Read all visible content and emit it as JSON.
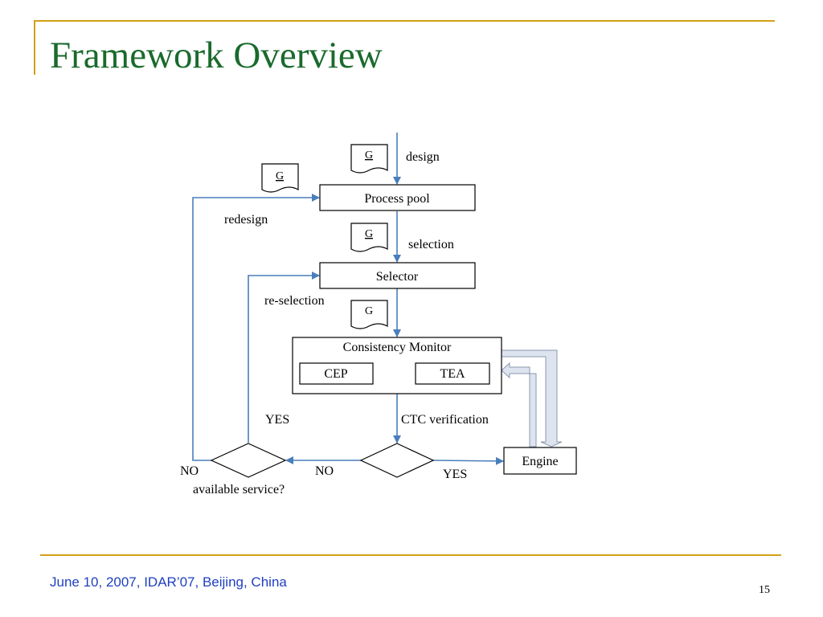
{
  "slide": {
    "title": "Framework Overview",
    "footer": "June 10, 2007, IDAR’07, Beijing, China",
    "page_number": "15"
  },
  "diagram": {
    "boxes": {
      "process_pool": "Process pool",
      "selector": "Selector",
      "consistency_monitor": "Consistency Monitor",
      "cep": "CEP",
      "tea": "TEA",
      "engine": "Engine"
    },
    "documents": {
      "g_design": "G",
      "g_redesign": "G",
      "g_selection": "G",
      "g_monitor": "G"
    },
    "labels": {
      "design": "design",
      "redesign": "redesign",
      "selection": "selection",
      "re_selection": "re-selection",
      "ctc_verification": "CTC verification",
      "yes_left": "YES",
      "yes_right": "YES",
      "no_left": "NO",
      "no_middle": "NO",
      "available_service": "available service?"
    },
    "colors": {
      "arrow": "#4a7ebb",
      "title": "#1a6a2c",
      "accent_line": "#d4a017",
      "footer_text": "#1f3fbf",
      "feedback_fill": "#dde4f0",
      "feedback_stroke": "#8a97ad"
    }
  }
}
